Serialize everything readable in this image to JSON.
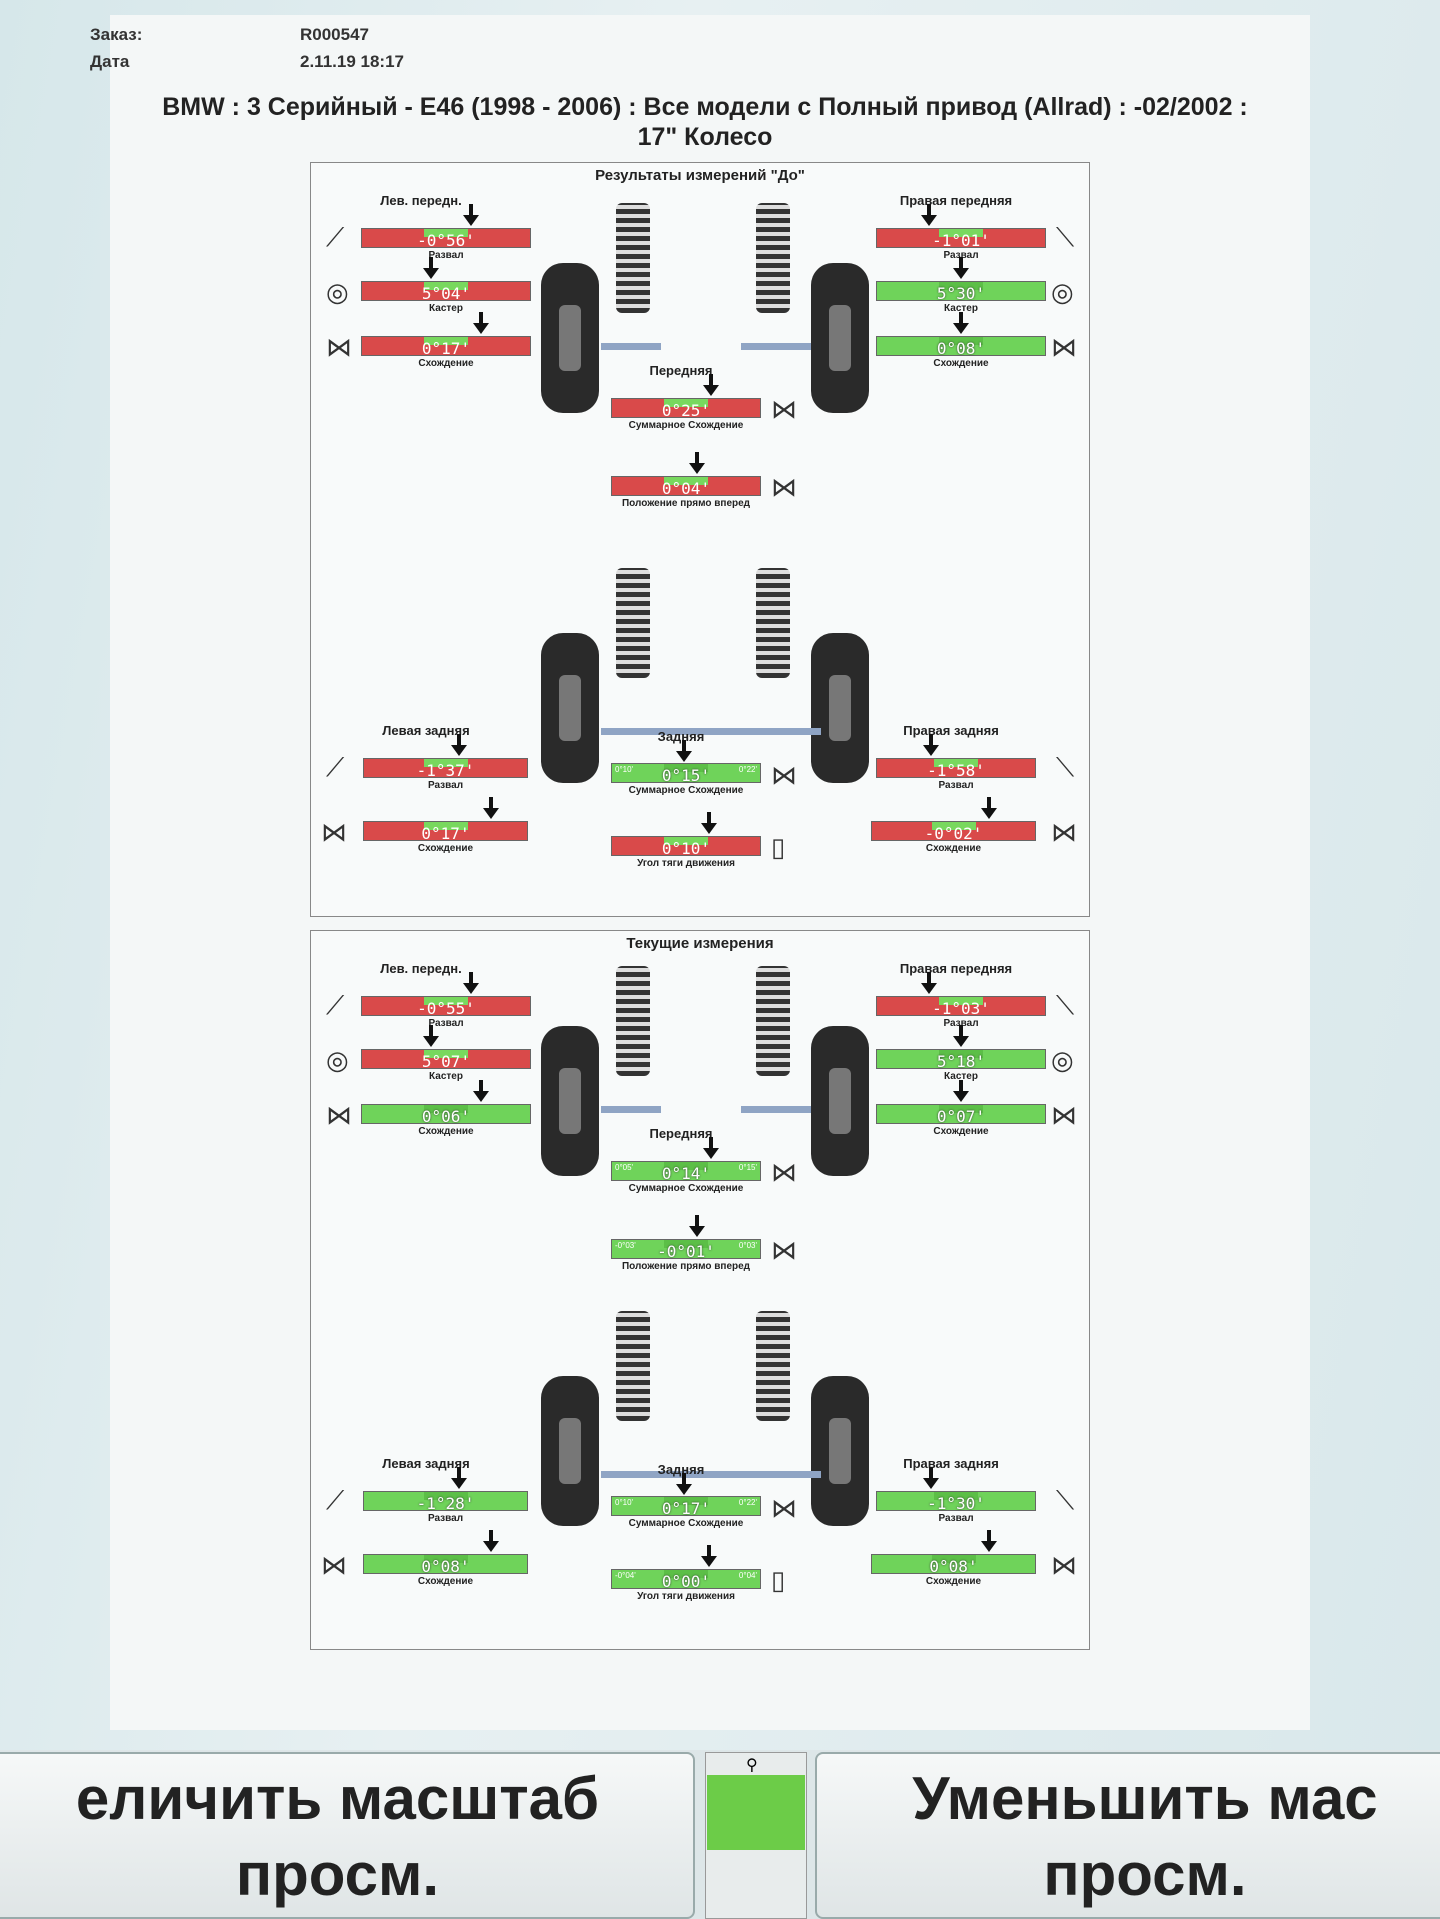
{
  "order": {
    "order_label": "Заказ:",
    "order_value": "R000547",
    "date_label": "Дата",
    "date_value": "2.11.19 18:17"
  },
  "vehicle": {
    "line1": "BMW : 3 Серийный - E46 (1998 - 2006) : Все модели с Полный привод (Allrad) : -02/2002 :",
    "line2": "17\" Колесо"
  },
  "before": {
    "title": "Результаты измерений \"До\"",
    "front_left": {
      "title": "Лев. передн.",
      "camber": {
        "value": "-0°56'",
        "label": "Развал",
        "status": "red"
      },
      "caster": {
        "value": "5°04'",
        "label": "Кастер",
        "status": "red"
      },
      "toe": {
        "value": "0°17'",
        "label": "Схождение",
        "status": "red"
      }
    },
    "front_right": {
      "title": "Правая передняя",
      "camber": {
        "value": "-1°01'",
        "label": "Развал",
        "status": "red"
      },
      "caster": {
        "value": "5°30'",
        "label": "Кастер",
        "status": "green"
      },
      "toe": {
        "value": "0°08'",
        "label": "Схождение",
        "status": "green"
      }
    },
    "front": {
      "title": "Передняя",
      "total_toe": {
        "value": "0°25'",
        "label": "Суммарное Схождение",
        "status": "red"
      },
      "setback": {
        "value": "0°04'",
        "label": "Положение прямо вперед",
        "status": "red"
      }
    },
    "rear_left": {
      "title": "Левая задняя",
      "camber": {
        "value": "-1°37'",
        "label": "Развал",
        "status": "red"
      },
      "toe": {
        "value": "0°17'",
        "label": "Схождение",
        "status": "red"
      }
    },
    "rear_right": {
      "title": "Правая задняя",
      "camber": {
        "value": "-1°58'",
        "label": "Развал",
        "status": "red"
      },
      "toe": {
        "value": "-0°02'",
        "label": "Схождение",
        "status": "red"
      }
    },
    "rear": {
      "title": "Задняя",
      "total_toe": {
        "value": "0°15'",
        "label": "Суммарное Схождение",
        "status": "green",
        "lim_l": "0°10'",
        "lim_r": "0°22'"
      },
      "thrust": {
        "value": "0°10'",
        "label": "Угол тяги движения",
        "status": "red"
      }
    }
  },
  "current": {
    "title": "Текущие измерения",
    "front_left": {
      "title": "Лев. передн.",
      "camber": {
        "value": "-0°55'",
        "label": "Развал",
        "status": "red"
      },
      "caster": {
        "value": "5°07'",
        "label": "Кастер",
        "status": "red"
      },
      "toe": {
        "value": "0°06'",
        "label": "Схождение",
        "status": "green"
      }
    },
    "front_right": {
      "title": "Правая передняя",
      "camber": {
        "value": "-1°03'",
        "label": "Развал",
        "status": "red"
      },
      "caster": {
        "value": "5°18'",
        "label": "Кастер",
        "status": "green"
      },
      "toe": {
        "value": "0°07'",
        "label": "Схождение",
        "status": "green"
      }
    },
    "front": {
      "title": "Передняя",
      "total_toe": {
        "value": "0°14'",
        "label": "Суммарное Схождение",
        "status": "green",
        "lim_l": "0°05'",
        "lim_r": "0°15'"
      },
      "setback": {
        "value": "-0°01'",
        "label": "Положение прямо вперед",
        "status": "green",
        "lim_l": "-0°03'",
        "lim_r": "0°03'"
      }
    },
    "rear_left": {
      "title": "Левая задняя",
      "camber": {
        "value": "-1°28'",
        "label": "Развал",
        "status": "green"
      },
      "toe": {
        "value": "0°08'",
        "label": "Схождение",
        "status": "green"
      }
    },
    "rear_right": {
      "title": "Правая задняя",
      "camber": {
        "value": "-1°30'",
        "label": "Развал",
        "status": "green"
      },
      "toe": {
        "value": "0°08'",
        "label": "Схождение",
        "status": "green"
      }
    },
    "rear": {
      "title": "Задняя",
      "total_toe": {
        "value": "0°17'",
        "label": "Суммарное Схождение",
        "status": "green",
        "lim_l": "0°10'",
        "lim_r": "0°22'"
      },
      "thrust": {
        "value": "0°00'",
        "label": "Угол тяги движения",
        "status": "green",
        "lim_l": "-0°04'",
        "lim_r": "0°04'"
      }
    }
  },
  "buttons": {
    "zoom_in": "еличить масштаб",
    "zoom_in_2": "просм.",
    "zoom_out": "Уменьшить мас",
    "zoom_out_2": "просм."
  },
  "icons": {
    "zoom": "magnifier-icon",
    "camber": "camber-icon",
    "caster": "caster-icon",
    "toe": "toe-icon"
  }
}
